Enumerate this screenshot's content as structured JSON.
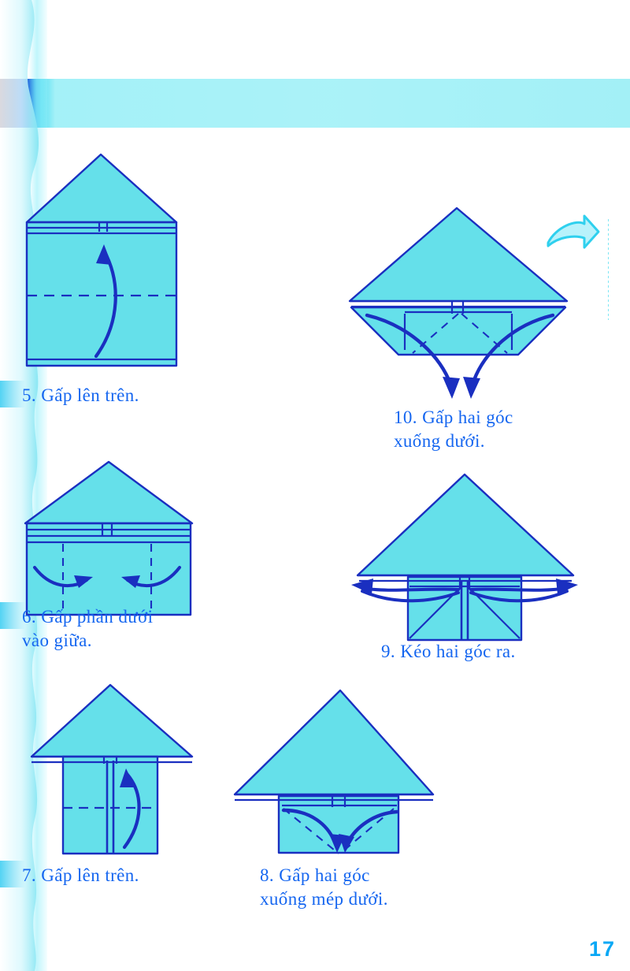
{
  "page": {
    "kind": "scanned-book-page",
    "page_number": "17",
    "language": "vi",
    "colors": {
      "paper_fill": "#65e0ea",
      "ink_line": "#1a2fc0",
      "caption_text": "#1566f0",
      "scan_band": "#9ef0f5",
      "scan_shadow": "#0a0030",
      "page_number": "#0aa8f5",
      "turnover_arrow": "#3ad8ef"
    }
  },
  "steps": [
    {
      "id": "step-5",
      "number": "5.",
      "caption": "5. Gấp lên trên.",
      "caption_clipped": true,
      "diagram": "house-tall-with-up-arrow",
      "fold_hint": "horizontal dashed valley fold, curved arrow upward"
    },
    {
      "id": "step-6",
      "number": "6.",
      "caption": "6. Gấp phần dưới\nvào giữa.",
      "caption_clipped": true,
      "diagram": "house-short-with-two-inward-arrows",
      "fold_hint": "two vertical dashed folds, arrows pointing to centre"
    },
    {
      "id": "step-7",
      "number": "7.",
      "caption": "7. Gấp lên trên.",
      "caption_clipped": true,
      "diagram": "mushroom-with-up-arrow",
      "fold_hint": "horizontal dashed valley fold, curved arrow upward"
    },
    {
      "id": "step-8",
      "number": "8.",
      "caption": "8. Gấp hai góc\nxuống mép dưới.",
      "caption_clipped": false,
      "diagram": "wide-roof-box-with-two-down-arrows",
      "fold_hint": "two diagonal dashed folds, arrows folding corners down to bottom edge"
    },
    {
      "id": "step-9",
      "number": "9.",
      "caption": "9. Kéo hai góc ra.",
      "caption_clipped": false,
      "diagram": "wide-roof-box-with-two-outward-arrows",
      "fold_hint": "pull the two corners outward"
    },
    {
      "id": "step-10",
      "number": "10.",
      "caption": "10. Gấp hai góc\nxuống dưới.",
      "caption_clipped": false,
      "diagram": "diamond-with-two-down-arrows",
      "fold_hint": "two diagonal dashed folds, arrows folding corners downward",
      "has_turnover_arrow": true
    }
  ],
  "symbols": {
    "turnover": "turn-over-arrow",
    "valley_fold": "dashed-line",
    "fold_direction": "curved-solid-arrow"
  }
}
